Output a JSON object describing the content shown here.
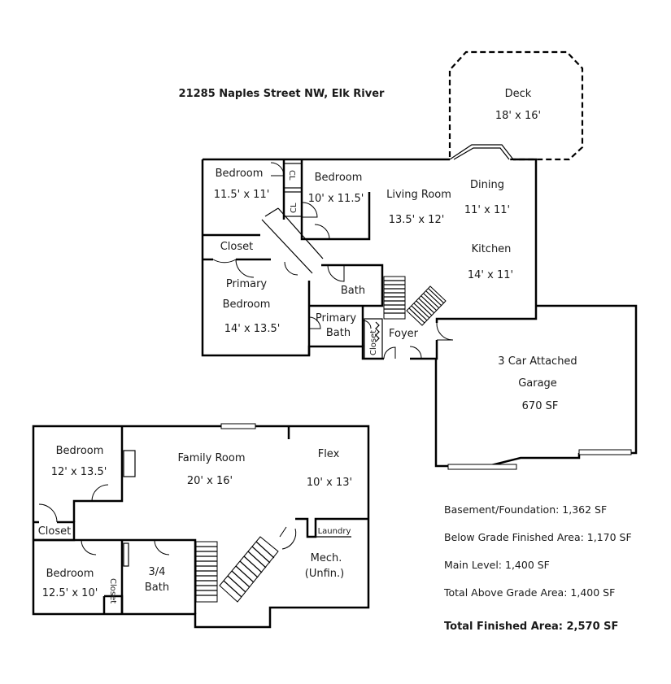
{
  "title": "21285 Naples Street NW, Elk River",
  "main_level": {
    "deck": {
      "name": "Deck",
      "size": "18' x 16'"
    },
    "bedroom_1": {
      "name": "Bedroom",
      "size": "11.5' x 11'"
    },
    "bedroom_2": {
      "name": "Bedroom",
      "size": "10' x 11.5'"
    },
    "cl_1": "CL",
    "cl_2": "CL",
    "living_room": {
      "name": "Living Room",
      "size": "13.5' x 12'"
    },
    "dining": {
      "name": "Dining",
      "size": "11' x 11'"
    },
    "kitchen": {
      "name": "Kitchen",
      "size": "14' x 11'"
    },
    "closet": "Closet",
    "primary_bedroom": {
      "name_1": "Primary",
      "name_2": "Bedroom",
      "size": "14' x 13.5'"
    },
    "bath": "Bath",
    "primary_bath": {
      "name_1": "Primary",
      "name_2": "Bath"
    },
    "foyer_closet": "Closet",
    "foyer": "Foyer",
    "garage": {
      "name_1": "3 Car Attached",
      "name_2": "Garage",
      "size": "670 SF"
    }
  },
  "lower_level": {
    "bedroom_1": {
      "name": "Bedroom",
      "size": "12' x 13.5'"
    },
    "family_room": {
      "name": "Family Room",
      "size": "20' x 16'"
    },
    "flex": {
      "name": "Flex",
      "size": "10' x 13'"
    },
    "closet": "Closet",
    "laundry": "Laundry",
    "bedroom_2": {
      "name": "Bedroom",
      "size": "12.5' x 10'"
    },
    "bath": {
      "name_1": "3/4",
      "name_2": "Bath"
    },
    "bath_closet": "Closet",
    "mech": {
      "name_1": "Mech.",
      "name_2": "(Unfin.)"
    }
  },
  "summary": [
    "Basement/Foundation: 1,362 SF",
    "Below Grade Finished Area: 1,170 SF",
    "Main Level: 1,400 SF",
    "Total Above Grade Area: 1,400 SF"
  ],
  "total": "Total Finished Area: 2,570 SF"
}
